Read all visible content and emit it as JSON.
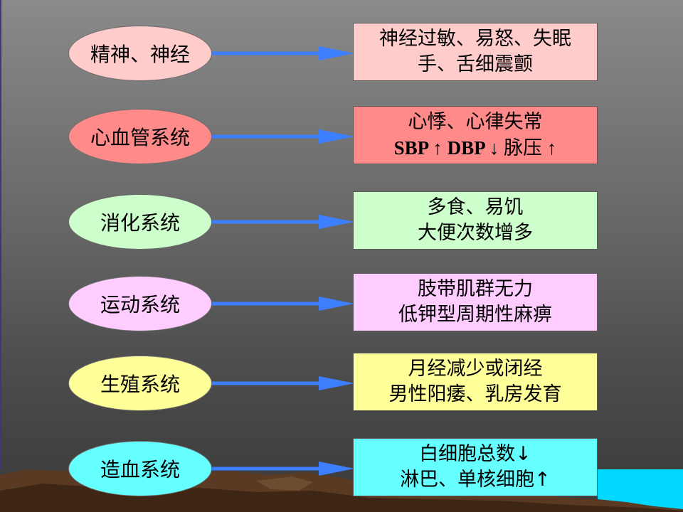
{
  "rows": [
    {
      "system": "精神、神经",
      "oval_color": "#ffcccc",
      "box_color": "#ffcccc",
      "line1": "神经过敏、易怒、失眠",
      "line2": "手、舌细震颤"
    },
    {
      "system": "心血管系统",
      "oval_color": "#ff8a8a",
      "box_color": "#ff8a8a",
      "line1": "心悸、心律失常",
      "line2_parts": {
        "sbp": "SBP",
        "up1": "↑",
        "dbp": "DBP",
        "down": "↓",
        "pulse": "脉压",
        "up2": "↑"
      }
    },
    {
      "system": "消化系统",
      "oval_color": "#ccffcc",
      "box_color": "#ccffcc",
      "line1": "多食、易饥",
      "line2": "大便次数增多"
    },
    {
      "system": "运动系统",
      "oval_color": "#ffccff",
      "box_color": "#ffccff",
      "line1": "肢带肌群无力",
      "line2": "低钾型周期性麻痹"
    },
    {
      "system": "生殖系统",
      "oval_color": "#ffff99",
      "box_color": "#ffff99",
      "line1": "月经减少或闭经",
      "line2": "男性阳痿、乳房发育"
    },
    {
      "system": "造血系统",
      "oval_color": "#66ffff",
      "box_color": "#66ffff",
      "line1": "白细胞总数↓",
      "line2": "淋巴、单核细胞↑"
    }
  ],
  "colors": {
    "arrow": "#3d7fff",
    "background_top": "#8a8a8a",
    "background_bottom": "#3a3a3a",
    "ground": "#5a3a22",
    "water": "#00d8ff"
  }
}
